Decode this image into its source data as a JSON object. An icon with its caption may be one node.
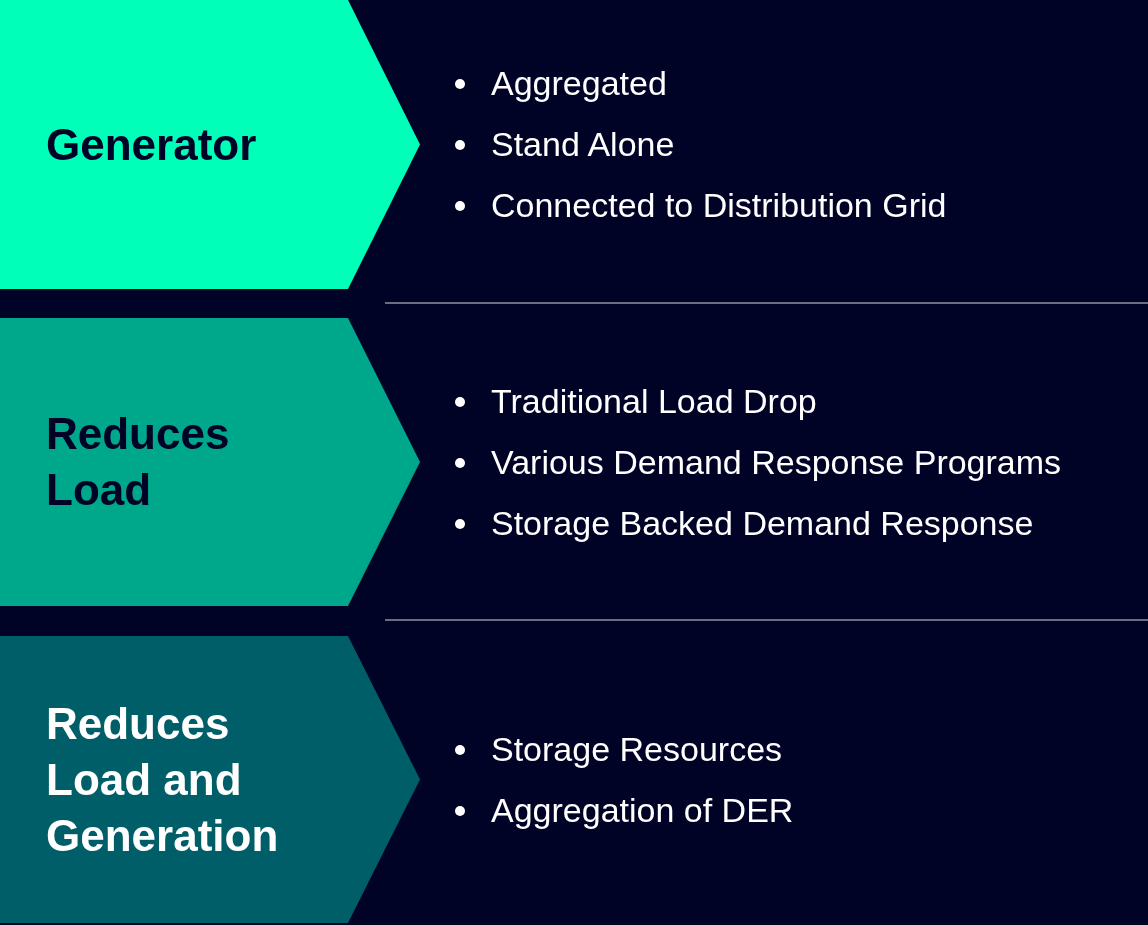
{
  "diagram": {
    "nodes": [
      {
        "text": [
          "Generator"
        ],
        "beside": [
          "Aggregated",
          "Stand Alone",
          "Connected to Distribution Grid"
        ]
      },
      {
        "text": [
          "Reduces Load"
        ],
        "beside": [
          "Traditional Load Drop",
          "Various Demand Response Programs",
          "Storage Backed Demand Response"
        ]
      },
      {
        "text": [
          "Reduces Load and Generation"
        ],
        "beside": [
          "Storage Resources",
          "Aggregation of DER"
        ]
      }
    ]
  }
}
